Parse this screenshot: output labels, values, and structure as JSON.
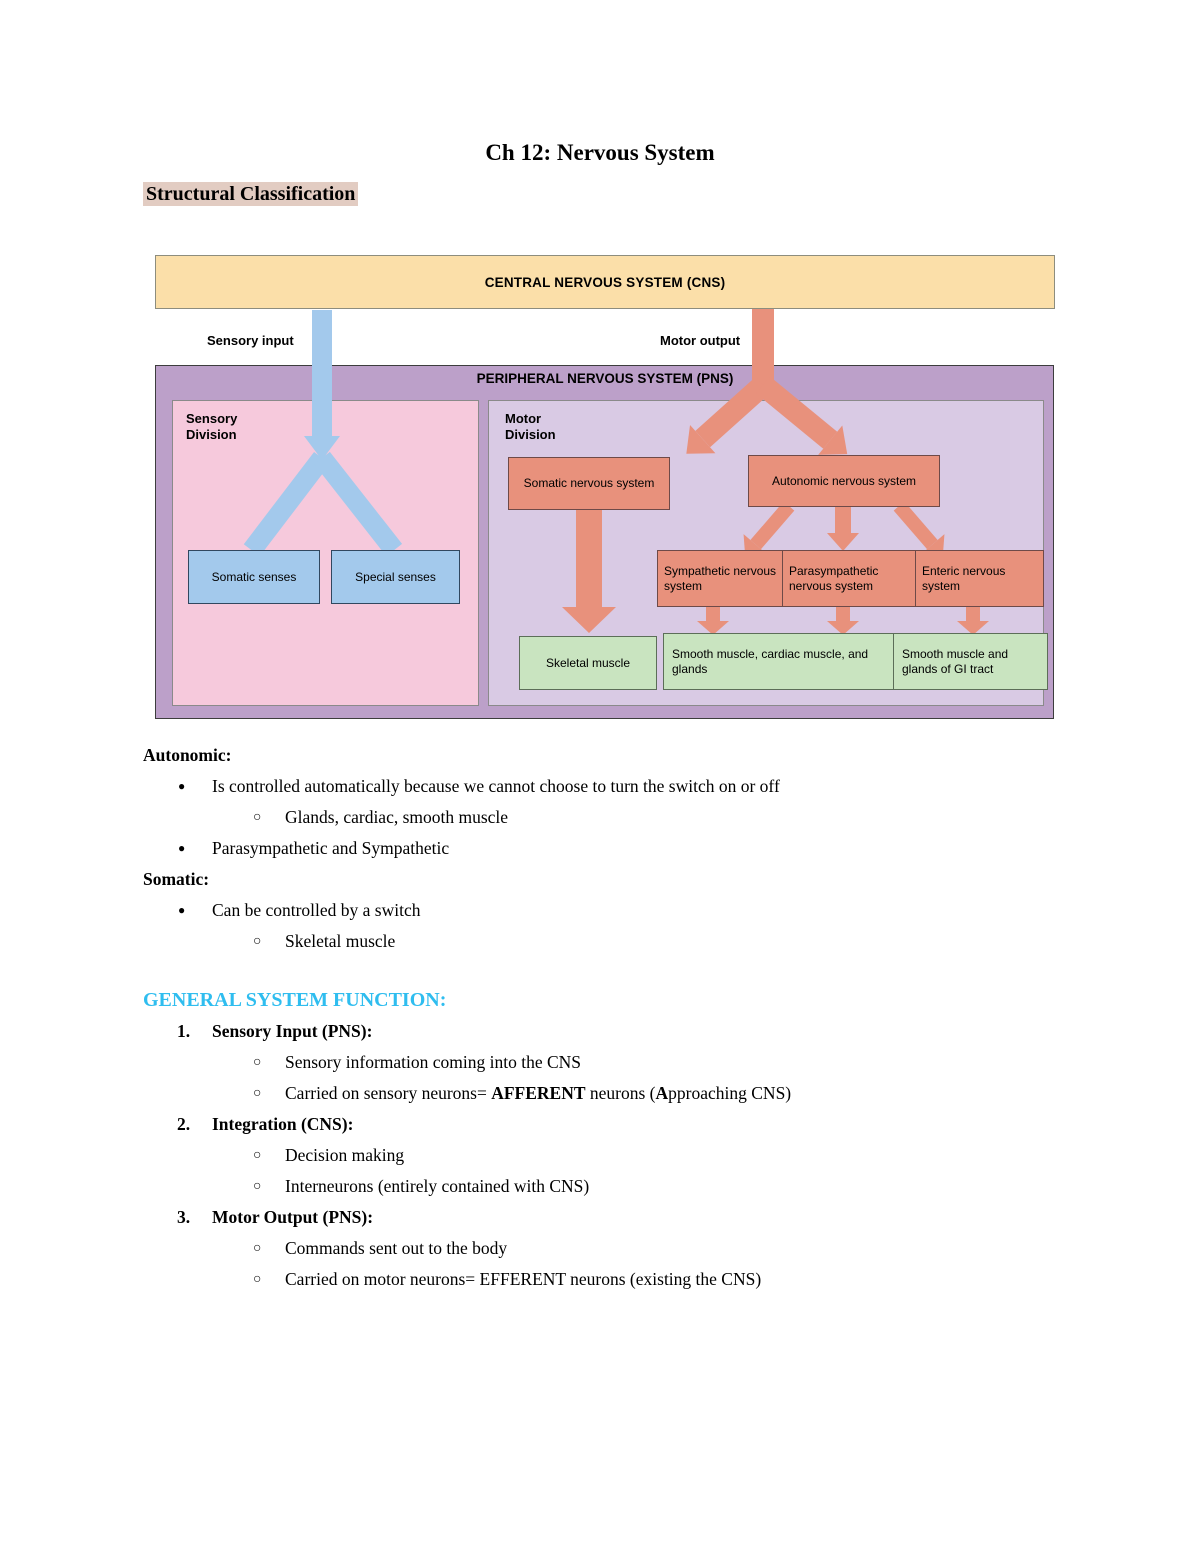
{
  "page": {
    "title": "Ch 12: Nervous System",
    "section_heading": "Structural Classification"
  },
  "bullets": {
    "dot": "●",
    "circle": "○"
  },
  "diagram": {
    "cns": "CENTRAL NERVOUS SYSTEM (CNS)",
    "pns": "PERIPHERAL NERVOUS SYSTEM (PNS)",
    "sensory_input": "Sensory input",
    "motor_output": "Motor output",
    "sensory_division": "Sensory Division",
    "motor_division": "Motor Division",
    "somatic_senses": "Somatic senses",
    "special_senses": "Special senses",
    "somatic_ns": "Somatic nervous system",
    "autonomic_ns": "Autonomic nervous system",
    "sympathetic_ns": "Sympathetic nervous system",
    "parasympathetic_ns": "Parasympathetic nervous system",
    "enteric_ns": "Enteric nervous system",
    "skeletal_muscle": "Skeletal muscle",
    "smooth_cardiac": "Smooth muscle, cardiac muscle, and glands",
    "smooth_gi": "Smooth muscle and glands of GI tract",
    "colors": {
      "cns_fill": "#fbdfa9",
      "pns_fill": "#bca0c9",
      "sensory_fill": "#f6c9dc",
      "motor_fill": "#d9cae4",
      "blue": "#a3c9ec",
      "salmon": "#e8917c",
      "green": "#c9e4c0",
      "highlight": "#e2ccc2",
      "cyan": "#2fbdef"
    }
  },
  "notes": {
    "autonomic_heading": "Autonomic:",
    "autonomic_b1": "Is controlled automatically because we cannot choose to turn the switch on or off",
    "autonomic_b1_sub": "Glands, cardiac, smooth muscle",
    "autonomic_b2": "Parasympathetic and Sympathetic",
    "somatic_heading": "Somatic:",
    "somatic_b1": "Can be controlled by a switch",
    "somatic_b1_sub": "Skeletal muscle"
  },
  "general": {
    "heading": "GENERAL SYSTEM FUNCTION:",
    "item1": {
      "num": "1.",
      "label": "Sensory Input (PNS):",
      "sub1": "Sensory information coming into the CNS",
      "sub2_pre": "Carried on sensory neurons= ",
      "sub2_bold": "AFFERENT",
      "sub2_mid": " neurons (",
      "sub2_bold2": "A",
      "sub2_rest": "pproaching CNS)"
    },
    "item2": {
      "num": "2.",
      "label": "Integration (CNS):",
      "sub1": "Decision making",
      "sub2": "Interneurons (entirely contained with CNS)"
    },
    "item3": {
      "num": "3.",
      "label": "Motor Output (PNS):",
      "sub1": "Commands sent out to the body",
      "sub2": "Carried on motor neurons= EFFERENT neurons (existing the CNS)"
    }
  }
}
